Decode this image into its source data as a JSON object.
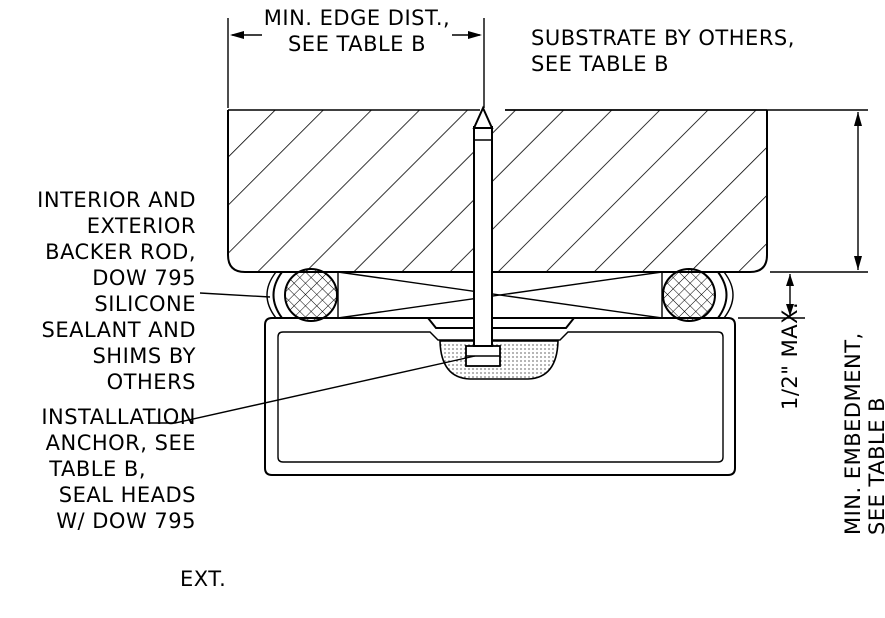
{
  "labels": {
    "edge_dist_1": "MIN. EDGE DIST.,",
    "edge_dist_2": "SEE TABLE B",
    "substrate_1": "SUBSTRATE BY OTHERS,",
    "substrate_2": "SEE TABLE B",
    "backer": [
      "INTERIOR AND",
      "EXTERIOR",
      "BACKER ROD,",
      "DOW 795",
      "SILICONE",
      "SEALANT AND",
      "SHIMS BY",
      "OTHERS"
    ],
    "anchor": [
      "INSTALLATION",
      "ANCHOR, SEE",
      "TABLE B,",
      "SEAL HEADS",
      "W/ DOW 795"
    ],
    "ext": "EXT.",
    "half_max": "1/2\" MAX.",
    "embed_1": "MIN. EMBEDMENT,",
    "embed_2": "SEE TABLE B"
  }
}
